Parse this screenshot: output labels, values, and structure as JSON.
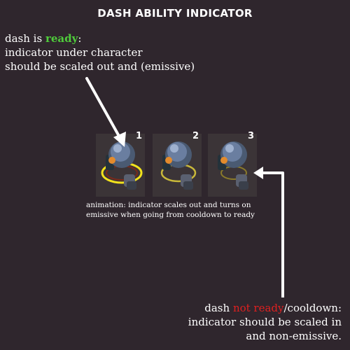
{
  "title": "DASH ABILITY  INDICATOR",
  "ready_note": {
    "prefix": "dash is ",
    "keyword": "ready",
    "suffix": ":",
    "line2": "indicator under character",
    "line3": "should be scaled out and (emissive)"
  },
  "cooldown_note": {
    "prefix": "dash ",
    "keyword": "not ready",
    "suffix": "/cooldown:",
    "line2": "indicator should be scaled in",
    "line3": "and non-emissive."
  },
  "caption": {
    "line1": "animation: indicator scales out and turns on",
    "line2": "emissive when going from cooldown to ready"
  },
  "frames": [
    {
      "label": "1",
      "state": "ready-emissive"
    },
    {
      "label": "2",
      "state": "transition"
    },
    {
      "label": "3",
      "state": "cooldown"
    }
  ],
  "colors": {
    "background": "#2f262d",
    "ready": "#4fcc3b",
    "not_ready": "#e02020",
    "indicator_emissive": "#f2e21c",
    "indicator_dim": "#8a7a2a"
  }
}
